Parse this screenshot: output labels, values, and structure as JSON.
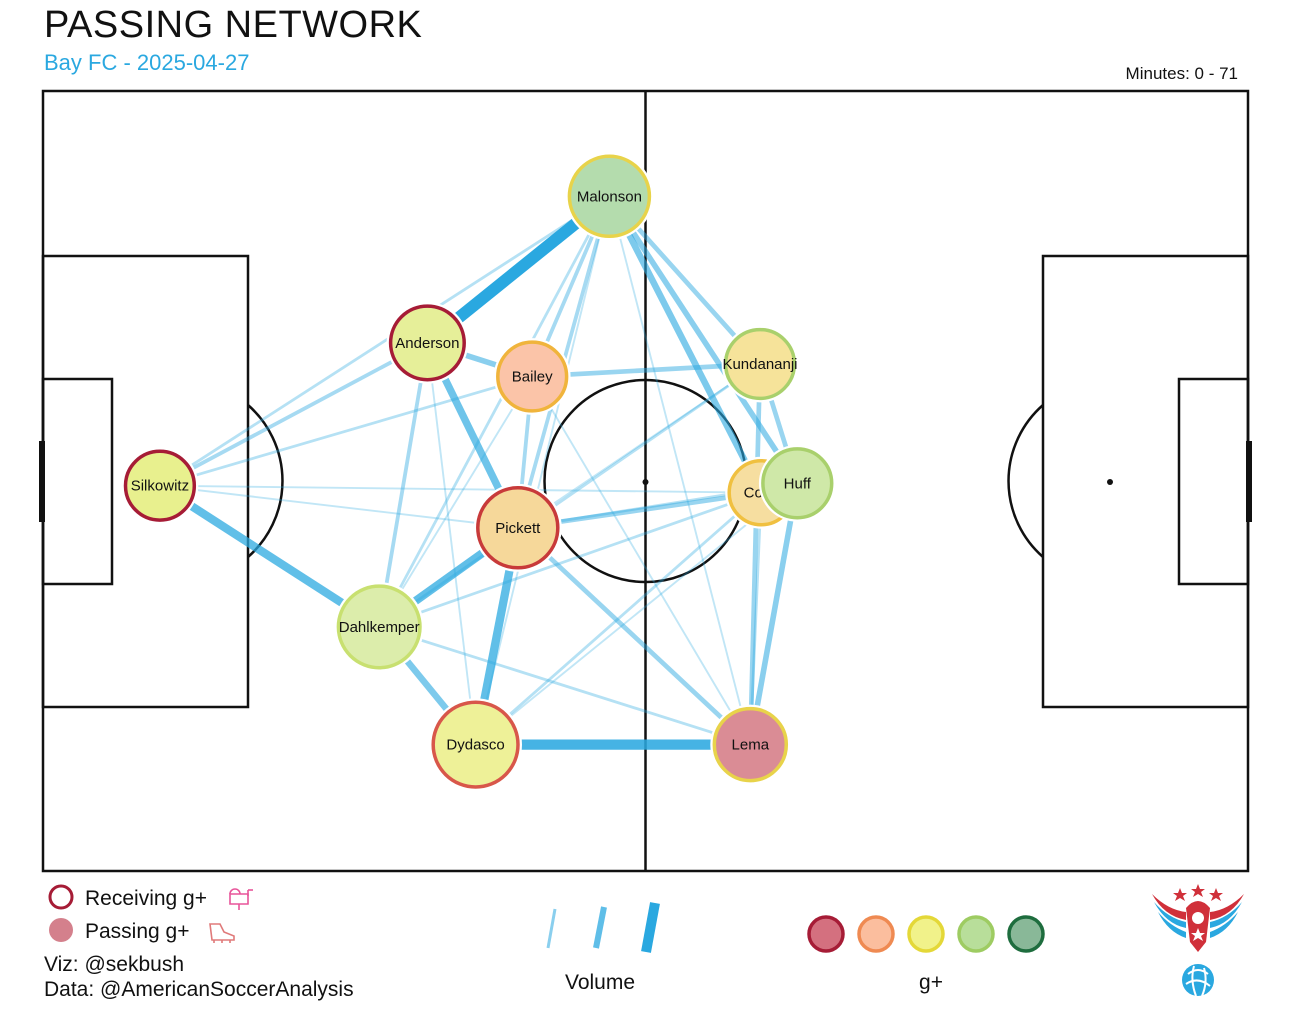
{
  "header": {
    "title": "PASSING NETWORK",
    "subtitle": "Bay FC - 2025-04-27",
    "minutes": "Minutes: 0 - 71"
  },
  "chart_data": {
    "type": "network",
    "players": [
      {
        "name": "Malonson",
        "x": 0.47,
        "y": 0.865,
        "radius": 1.0,
        "fill": "#b4dcad",
        "ring": "#e8d34a"
      },
      {
        "name": "Anderson",
        "x": 0.319,
        "y": 0.677,
        "radius": 0.92,
        "fill": "#e6ef99",
        "ring": "#a61c36"
      },
      {
        "name": "Bailey",
        "x": 0.406,
        "y": 0.634,
        "radius": 0.86,
        "fill": "#fbc4a8",
        "ring": "#f0b43c"
      },
      {
        "name": "Kundananji",
        "x": 0.595,
        "y": 0.65,
        "radius": 0.86,
        "fill": "#f6e39a",
        "ring": "#a9d06c"
      },
      {
        "name": "Silkowitz",
        "x": 0.097,
        "y": 0.494,
        "radius": 0.86,
        "fill": "#e8f08e",
        "ring": "#a61c36"
      },
      {
        "name": "Conti",
        "x": 0.596,
        "y": 0.485,
        "radius": 0.8,
        "fill": "#f6dea0",
        "ring": "#f0c040"
      },
      {
        "name": "Huff",
        "x": 0.626,
        "y": 0.497,
        "radius": 0.86,
        "fill": "#cfe8a8",
        "ring": "#a9d06c"
      },
      {
        "name": "Pickett",
        "x": 0.394,
        "y": 0.44,
        "radius": 1.0,
        "fill": "#f6d89a",
        "ring": "#c83a3a"
      },
      {
        "name": "Dahlkemper",
        "x": 0.279,
        "y": 0.313,
        "radius": 1.02,
        "fill": "#dcedab",
        "ring": "#c8e070"
      },
      {
        "name": "Dydasco",
        "x": 0.359,
        "y": 0.162,
        "radius": 1.06,
        "fill": "#eef198",
        "ring": "#d8574a"
      },
      {
        "name": "Lema",
        "x": 0.587,
        "y": 0.162,
        "radius": 0.9,
        "fill": "#da8c95",
        "ring": "#e8d34a"
      }
    ],
    "links": [
      {
        "from": "Anderson",
        "to": "Malonson",
        "volume": 12
      },
      {
        "from": "Anderson",
        "to": "Pickett",
        "volume": 7
      },
      {
        "from": "Anderson",
        "to": "Bailey",
        "volume": 5
      },
      {
        "from": "Anderson",
        "to": "Silkowitz",
        "volume": 3
      },
      {
        "from": "Anderson",
        "to": "Dahlkemper",
        "volume": 3
      },
      {
        "from": "Anderson",
        "to": "Dydasco",
        "volume": 1
      },
      {
        "from": "Silkowitz",
        "to": "Dahlkemper",
        "volume": 8
      },
      {
        "from": "Silkowitz",
        "to": "Malonson",
        "volume": 2
      },
      {
        "from": "Silkowitz",
        "to": "Bailey",
        "volume": 2
      },
      {
        "from": "Silkowitz",
        "to": "Pickett",
        "volume": 1
      },
      {
        "from": "Silkowitz",
        "to": "Conti",
        "volume": 1
      },
      {
        "from": "Malonson",
        "to": "Kundananji",
        "volume": 4
      },
      {
        "from": "Malonson",
        "to": "Huff",
        "volume": 5
      },
      {
        "from": "Malonson",
        "to": "Conti",
        "volume": 6
      },
      {
        "from": "Malonson",
        "to": "Bailey",
        "volume": 3
      },
      {
        "from": "Malonson",
        "to": "Pickett",
        "volume": 3
      },
      {
        "from": "Malonson",
        "to": "Dahlkemper",
        "volume": 2
      },
      {
        "from": "Malonson",
        "to": "Dydasco",
        "volume": 1
      },
      {
        "from": "Malonson",
        "to": "Lema",
        "volume": 1
      },
      {
        "from": "Bailey",
        "to": "Kundananji",
        "volume": 4
      },
      {
        "from": "Bailey",
        "to": "Pickett",
        "volume": 3
      },
      {
        "from": "Bailey",
        "to": "Dahlkemper",
        "volume": 1
      },
      {
        "from": "Bailey",
        "to": "Lema",
        "volume": 1
      },
      {
        "from": "Kundananji",
        "to": "Huff",
        "volume": 4
      },
      {
        "from": "Kundananji",
        "to": "Lema",
        "volume": 4
      },
      {
        "from": "Kundananji",
        "to": "Dahlkemper",
        "volume": 2
      },
      {
        "from": "Kundananji",
        "to": "Pickett",
        "volume": 1
      },
      {
        "from": "Conti",
        "to": "Pickett",
        "volume": 4
      },
      {
        "from": "Conti",
        "to": "Dahlkemper",
        "volume": 2
      },
      {
        "from": "Conti",
        "to": "Dydasco",
        "volume": 2
      },
      {
        "from": "Conti",
        "to": "Lema",
        "volume": 2
      },
      {
        "from": "Huff",
        "to": "Lema",
        "volume": 5
      },
      {
        "from": "Huff",
        "to": "Pickett",
        "volume": 2
      },
      {
        "from": "Pickett",
        "to": "Dahlkemper",
        "volume": 8
      },
      {
        "from": "Pickett",
        "to": "Dydasco",
        "volume": 8
      },
      {
        "from": "Pickett",
        "to": "Lema",
        "volume": 4
      },
      {
        "from": "Dahlkemper",
        "to": "Dydasco",
        "volume": 6
      },
      {
        "from": "Dahlkemper",
        "to": "Lema",
        "volume": 2
      },
      {
        "from": "Dydasco",
        "to": "Lema",
        "volume": 10
      },
      {
        "from": "Dydasco",
        "to": "Huff",
        "volume": 1
      }
    ],
    "legend": {
      "receiving_label": "Receiving g+",
      "passing_label": "Passing g+",
      "volume_label": "Volume",
      "gplus_label": "g+",
      "gplus_scale": [
        "#d4707f",
        "#fbbe9e",
        "#f1f28a",
        "#b8de9a",
        "#89b898"
      ],
      "gplus_rings": [
        "#a61c36",
        "#ef8a52",
        "#e4d838",
        "#9ecc62",
        "#1e6d3e"
      ],
      "receiving_ring_color": "#a61c36",
      "passing_fill_color": "#d4808c"
    },
    "colors": {
      "link": "#2aa8e0",
      "subtitle": "#2aa8e0",
      "pitch_lines": "#111111"
    }
  },
  "credits": {
    "viz": "Viz: @sekbush",
    "data": "Data: @AmericanSoccerAnalysis"
  }
}
